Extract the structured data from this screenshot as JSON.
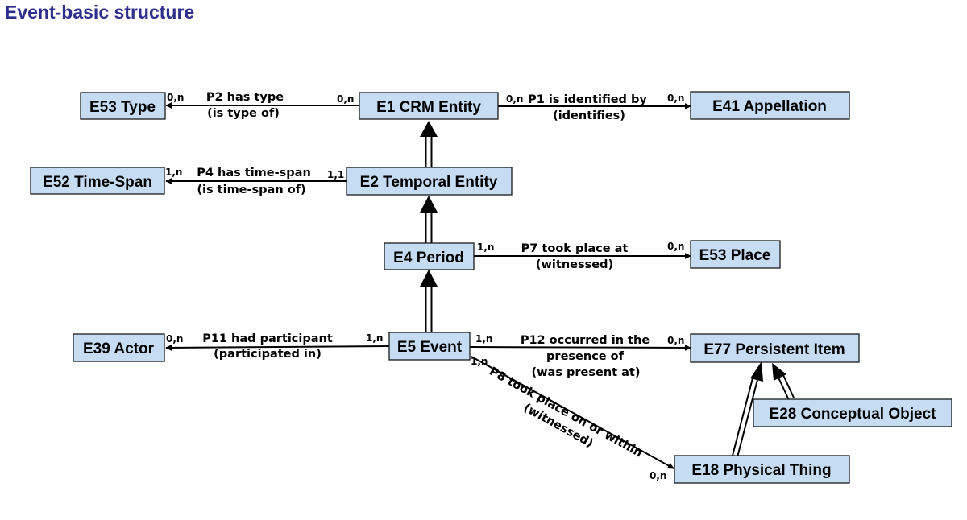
{
  "title": "Event-basic structure",
  "nodes": [
    {
      "id": "e53type",
      "label": "E53 Type"
    },
    {
      "id": "e1",
      "label": "E1 CRM Entity"
    },
    {
      "id": "e41",
      "label": "E41 Appellation"
    },
    {
      "id": "e52",
      "label": "E52 Time-Span"
    },
    {
      "id": "e2",
      "label": "E2 Temporal Entity"
    },
    {
      "id": "e4",
      "label": "E4 Period"
    },
    {
      "id": "e53place",
      "label": "E53 Place"
    },
    {
      "id": "e39",
      "label": "E39 Actor"
    },
    {
      "id": "e5",
      "label": "E5 Event"
    },
    {
      "id": "e77",
      "label": "E77 Persistent Item"
    },
    {
      "id": "e28",
      "label": "E28 Conceptual Object"
    },
    {
      "id": "e18",
      "label": "E18 Physical Thing"
    }
  ],
  "edges": [
    {
      "id": "p2",
      "lines": [
        "P2 has type",
        "(is type of)"
      ],
      "card_from": "0,n",
      "card_to": "0,n"
    },
    {
      "id": "p1",
      "lines": [
        "P1 is identified by",
        "(identifies)"
      ],
      "card_from": "0,n",
      "card_to": "0,n"
    },
    {
      "id": "p4",
      "lines": [
        "P4 has time-span",
        "(is time-span of)"
      ],
      "card_from": "1,1",
      "card_to": "1,n"
    },
    {
      "id": "p7",
      "lines": [
        "P7 took place at",
        "(witnessed)"
      ],
      "card_from": "1,n",
      "card_to": "0,n"
    },
    {
      "id": "p11",
      "lines": [
        "P11 had participant",
        "(participated in)"
      ],
      "card_from": "1,n",
      "card_to": "0,n"
    },
    {
      "id": "p12",
      "lines": [
        "P12 occurred in the",
        "presence of",
        "(was present at)"
      ],
      "card_from": "1,n",
      "card_to": "0,n"
    },
    {
      "id": "p8",
      "lines": [
        "P8 took place on or within",
        "(witnessed)"
      ],
      "card_from": "1,n",
      "card_to": "0,n"
    }
  ]
}
